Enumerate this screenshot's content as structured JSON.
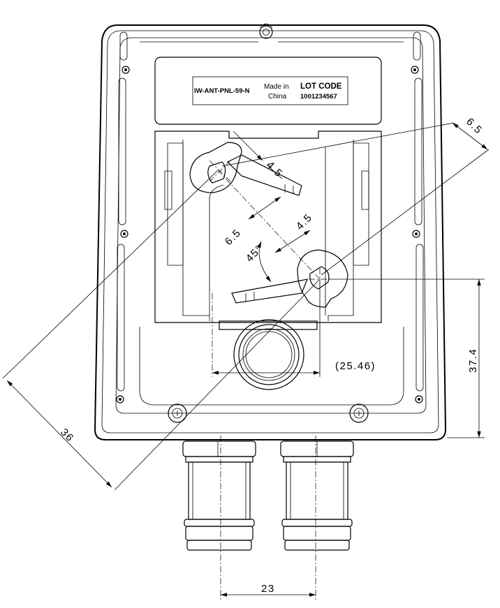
{
  "label": {
    "part_number": "IW-ANT-PNL-59-N",
    "made_in_line1": "Made in",
    "made_in_line2": "China",
    "lot_code_title": "LOT CODE",
    "lot_code_value": "1001234567"
  },
  "dimensions": {
    "slot_width_upper": "4.5",
    "slot_width_lower": "4.5",
    "slot_length": "6.5",
    "slot_length_right": "6.5",
    "angle": "45°",
    "hole_offset": "(25.46)",
    "height": "37.4",
    "diagonal": "36",
    "connector_spacing": "23"
  }
}
